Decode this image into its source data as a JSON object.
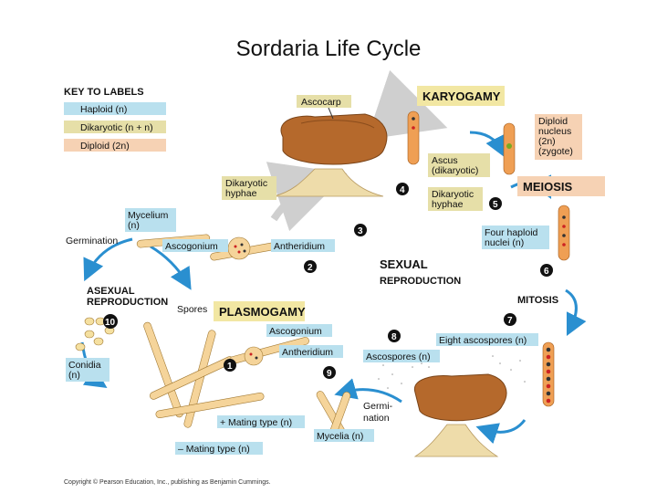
{
  "title": "Sordaria Life Cycle",
  "key": {
    "heading": "KEY TO LABELS",
    "items": [
      {
        "label": "Haploid (n)",
        "color": "#b9e0ee"
      },
      {
        "label": "Dikaryotic (n + n)",
        "color": "#e6dfa8"
      },
      {
        "label": "Diploid (2n)",
        "color": "#f6d2b4"
      }
    ]
  },
  "stages": {
    "karyogamy": "KARYOGAMY",
    "meiosis": "MEIOSIS",
    "plasmogamy": "PLASMOGAMY",
    "sexual_1": "SEXUAL",
    "sexual_2": "REPRODUCTION",
    "asexual_1": "ASEXUAL",
    "asexual_2": "REPRODUCTION",
    "mitosis": "MITOSIS"
  },
  "labels": {
    "ascocarp": "Ascocarp",
    "dikaryotic_hyphae_1": "Dikaryotic",
    "dikaryotic_hyphae_2": "hyphae",
    "ascus_1": "Ascus",
    "ascus_2": "(dikaryotic)",
    "dik_hyphae_r1": "Dikaryotic",
    "dik_hyphae_r2": "hyphae",
    "diploid_1": "Diploid",
    "diploid_2": "nucleus",
    "diploid_3": "(2n)",
    "diploid_4": "(zygote)",
    "mycelium_1": "Mycelium",
    "mycelium_2": "(n)",
    "germination": "Germination",
    "ascogonium_top": "Ascogonium",
    "antheridium_top": "Antheridium",
    "four_haploid_1": "Four haploid",
    "four_haploid_2": "nuclei (n)",
    "spores": "Spores",
    "ascogonium_mid": "Ascogonium",
    "antheridium_mid": "Antheridium",
    "ascospores": "Ascospores (n)",
    "eight_ascospores": "Eight ascospores (n)",
    "conidia_1": "Conidia",
    "conidia_2": "(n)",
    "germ_1": "Germi-",
    "germ_2": "nation",
    "plus_mating": "+ Mating type (n)",
    "minus_mating": "– Mating type (n)",
    "mycelia": "Mycelia (n)"
  },
  "steps": [
    "1",
    "2",
    "3",
    "4",
    "5",
    "6",
    "7",
    "8",
    "9",
    "10"
  ],
  "copyright": "Copyright © Pearson Education, Inc., publishing as Benjamin Cummings.",
  "colors": {
    "haploid": "#b9e0ee",
    "dikaryotic": "#e6dfa8",
    "diploid": "#f6d2b4",
    "arrow": "#2a8fd0",
    "hypha": "#f5d49a",
    "ascocarp": "#b5692c",
    "plasmogamy_box": "#f2e7a3"
  }
}
